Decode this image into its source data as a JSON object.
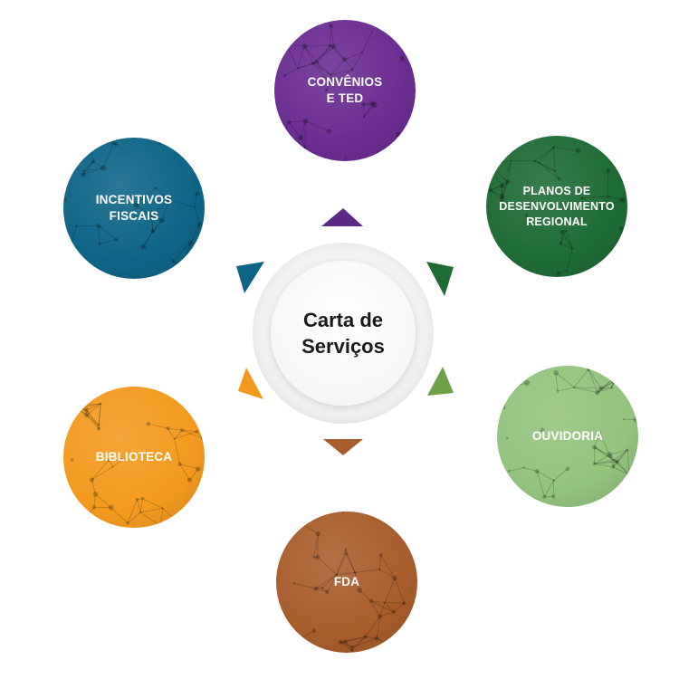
{
  "center": {
    "title_lines": [
      "Carta de",
      "Serviços"
    ]
  },
  "nodes": [
    {
      "id": "top",
      "label_lines": [
        "CONVÊNIOS",
        "E TED"
      ],
      "color": "#6b2c91"
    },
    {
      "id": "upright",
      "label_lines": [
        "PLANOS DE",
        "DESENVOLVIMENTO",
        "REGIONAL"
      ],
      "color": "#1e6b35"
    },
    {
      "id": "downright",
      "label_lines": [
        "OUVIDORIA"
      ],
      "color": "#93c47d"
    },
    {
      "id": "bottom",
      "label_lines": [
        "FDA"
      ],
      "color": "#a85d2c"
    },
    {
      "id": "downleft",
      "label_lines": [
        "BIBLIOTECA"
      ],
      "color": "#f39a1e"
    },
    {
      "id": "upleft",
      "label_lines": [
        "INCENTIVOS",
        "FISCAIS"
      ],
      "color": "#0e6487"
    }
  ],
  "arrows": [
    {
      "node": "top",
      "color": "#5b2a86"
    },
    {
      "node": "upright",
      "color": "#1e6b35"
    },
    {
      "node": "downright",
      "color": "#6fa04a"
    },
    {
      "node": "bottom",
      "color": "#a85d2c"
    },
    {
      "node": "downleft",
      "color": "#f39a1e"
    },
    {
      "node": "upleft",
      "color": "#0e6487"
    }
  ]
}
